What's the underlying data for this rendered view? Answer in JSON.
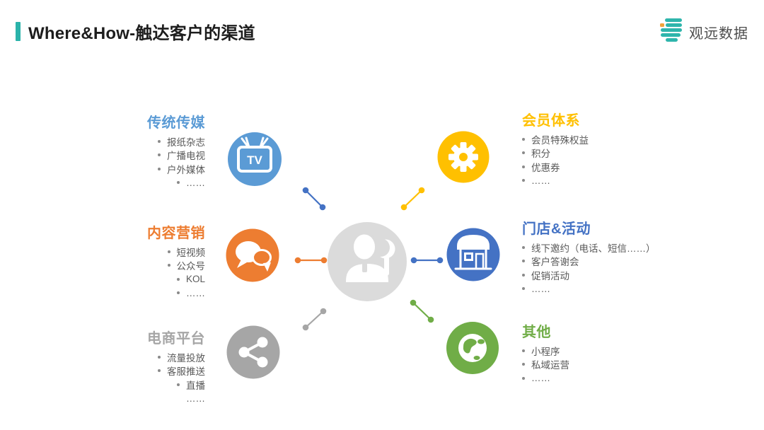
{
  "header": {
    "title": "Where&How-触达客户的渠道",
    "accent_color": "#2BB3AA"
  },
  "logo": {
    "text": "观远数据",
    "icon": "guanyuan-logo-icon",
    "bar_color": "#2FB5AC",
    "dot_color": "#F2A33A"
  },
  "center": {
    "icon": "customer-person-icon",
    "circle_color": "#DBDBDB"
  },
  "channels": [
    {
      "id": "traditional-media",
      "title": "传统传媒",
      "color": "#5B9BD5",
      "icon": "tv-icon",
      "icon_text": "TV",
      "items": [
        {
          "text": "报纸杂志",
          "bullet": true
        },
        {
          "text": "广播电视",
          "bullet": true
        },
        {
          "text": "户外媒体",
          "bullet": true
        },
        {
          "text": "……",
          "bullet": true
        }
      ]
    },
    {
      "id": "content-marketing",
      "title": "内容营销",
      "color": "#ED7D31",
      "icon": "chat-bubbles-icon",
      "items": [
        {
          "text": "短视频",
          "bullet": true
        },
        {
          "text": "公众号",
          "bullet": true
        },
        {
          "text": "KOL",
          "bullet": true
        },
        {
          "text": "……",
          "bullet": true
        }
      ]
    },
    {
      "id": "ecommerce-platform",
      "title": "电商平台",
      "color": "#A6A6A6",
      "icon": "share-icon",
      "items": [
        {
          "text": "流量投放",
          "bullet": true
        },
        {
          "text": "客服推送",
          "bullet": true
        },
        {
          "text": "直播",
          "bullet": true
        },
        {
          "text": "……",
          "bullet": false
        }
      ]
    },
    {
      "id": "membership-system",
      "title": "会员体系",
      "color": "#FFC000",
      "icon": "gear-icon",
      "items": [
        {
          "text": "会员特殊权益",
          "bullet": true
        },
        {
          "text": "积分",
          "bullet": true
        },
        {
          "text": "优惠券",
          "bullet": true
        },
        {
          "text": "……",
          "bullet": true
        }
      ]
    },
    {
      "id": "store-events",
      "title": "门店&活动",
      "color": "#4472C4",
      "icon": "storefront-icon",
      "items": [
        {
          "text": "线下邀约（电话、短信……）",
          "bullet": true
        },
        {
          "text": "客户答谢会",
          "bullet": true
        },
        {
          "text": "促销活动",
          "bullet": true
        },
        {
          "text": "……",
          "bullet": true
        }
      ]
    },
    {
      "id": "others",
      "title": "其他",
      "color": "#70AD47",
      "icon": "globe-icon",
      "items": [
        {
          "text": "小程序",
          "bullet": true
        },
        {
          "text": "私域运营",
          "bullet": true
        },
        {
          "text": "……",
          "bullet": true
        }
      ]
    }
  ],
  "connectors": [
    {
      "id": "traditional-media-link",
      "color": "#4472C4"
    },
    {
      "id": "membership-system-link",
      "color": "#FFC000"
    },
    {
      "id": "content-marketing-link",
      "color": "#ED7D31"
    },
    {
      "id": "store-events-link",
      "color": "#4472C4"
    },
    {
      "id": "ecommerce-platform-link",
      "color": "#A6A6A6"
    },
    {
      "id": "others-link",
      "color": "#70AD47"
    }
  ]
}
